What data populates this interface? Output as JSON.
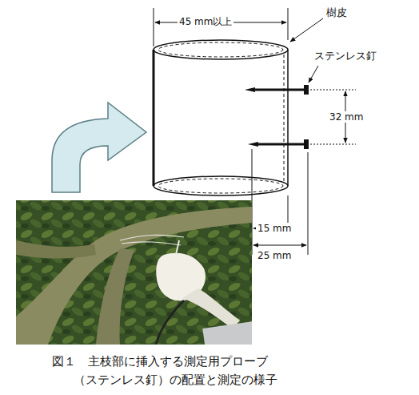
{
  "diagram": {
    "caption": "図１　主枝部に挿入する測定用プローブ （ステンレス釘）の配置と測定の様子",
    "labels": [
      "45 mm以上",
      "樹皮",
      "ステンレス釘",
      "32 mm",
      "15 mm",
      "25 mm"
    ]
  }
}
